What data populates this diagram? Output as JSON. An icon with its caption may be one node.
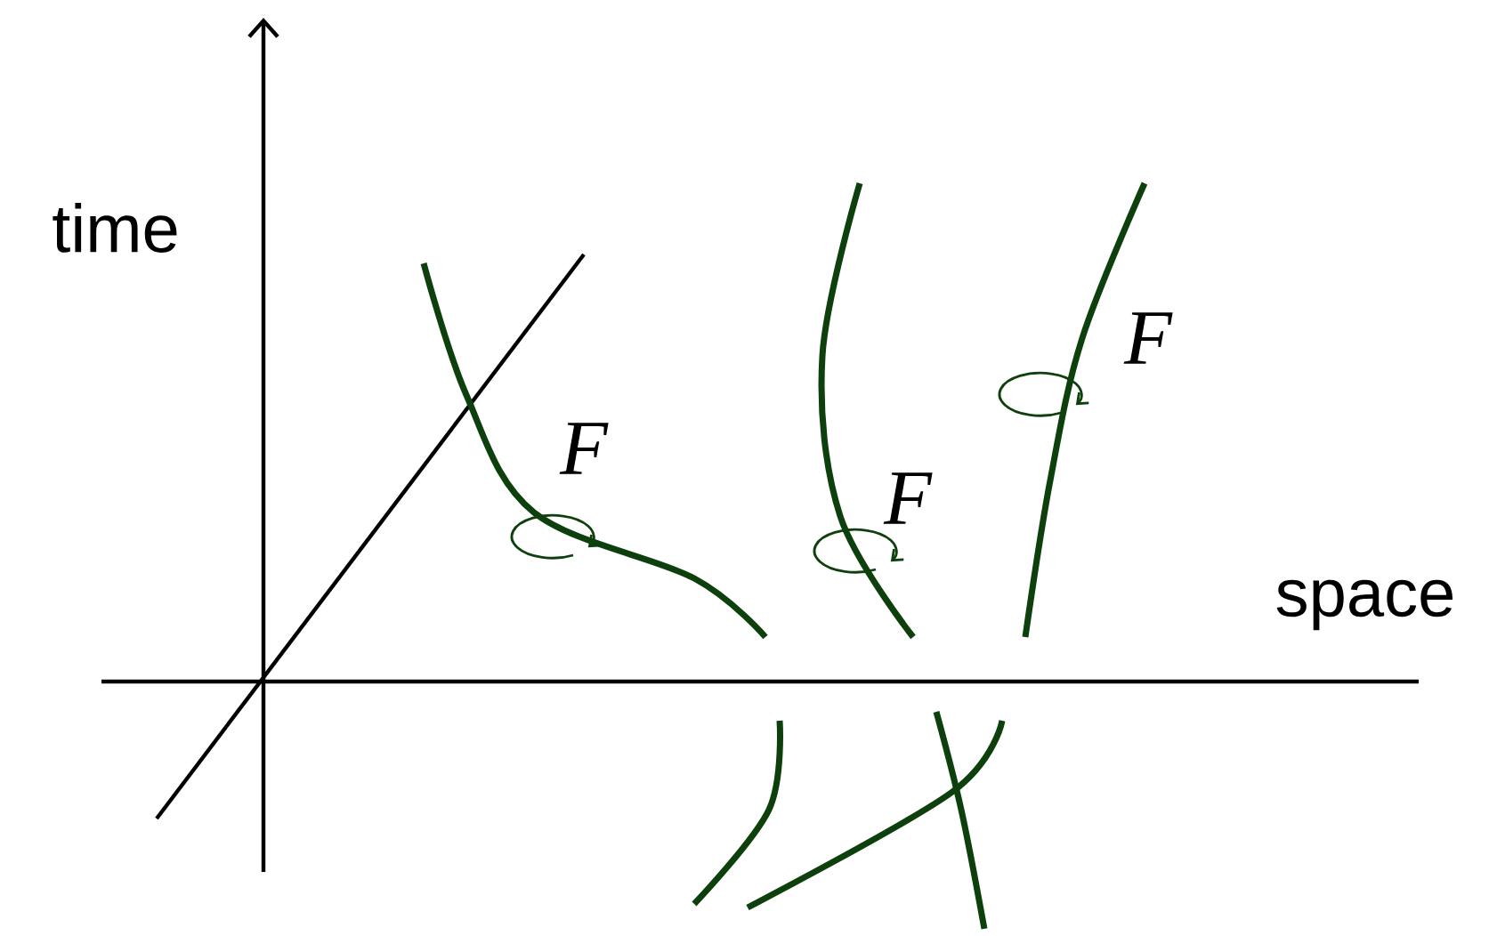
{
  "diagram": {
    "labels": [
      "time",
      "F",
      "F",
      "F",
      "space"
    ]
  }
}
